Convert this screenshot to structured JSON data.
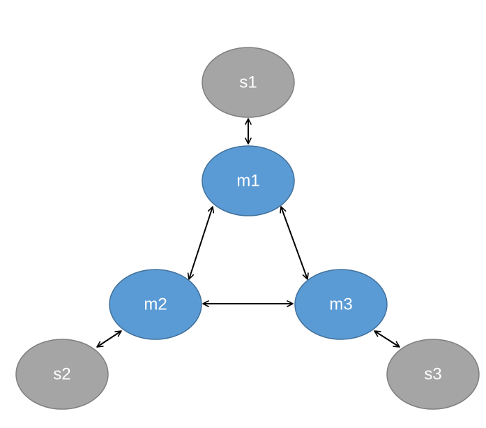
{
  "nodes": [
    {
      "id": "s1",
      "label": "s1",
      "kind": "standby"
    },
    {
      "id": "m1",
      "label": "m1",
      "kind": "master"
    },
    {
      "id": "m2",
      "label": "m2",
      "kind": "master"
    },
    {
      "id": "m3",
      "label": "m3",
      "kind": "master"
    },
    {
      "id": "s2",
      "label": "s2",
      "kind": "standby"
    },
    {
      "id": "s3",
      "label": "s3",
      "kind": "standby"
    }
  ],
  "edges": [
    {
      "from": "s1",
      "to": "m1",
      "direction": "both"
    },
    {
      "from": "m1",
      "to": "m2",
      "direction": "both"
    },
    {
      "from": "m1",
      "to": "m3",
      "direction": "both"
    },
    {
      "from": "m2",
      "to": "m3",
      "direction": "both"
    },
    {
      "from": "m2",
      "to": "s2",
      "direction": "both"
    },
    {
      "from": "m3",
      "to": "s3",
      "direction": "both"
    }
  ],
  "colors": {
    "master_fill": "#5b9bd5",
    "master_stroke": "#41719c",
    "standby_fill": "#a5a5a5",
    "standby_stroke": "#7f7f7f",
    "label": "#ffffff",
    "edge": "#000000"
  }
}
